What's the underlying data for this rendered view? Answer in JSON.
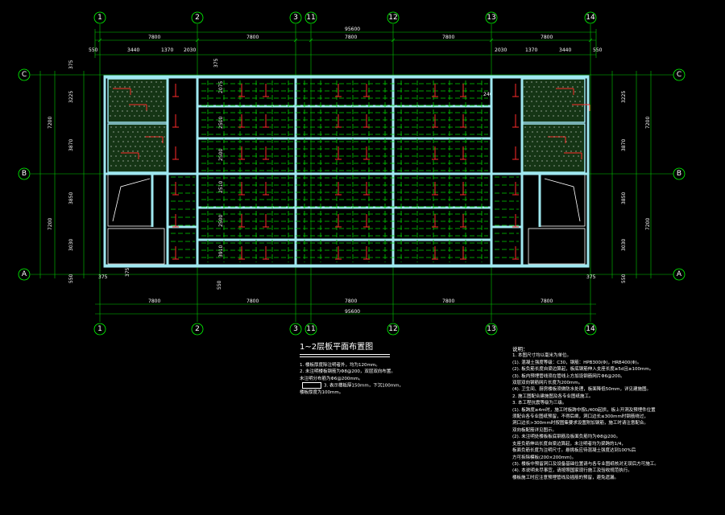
{
  "grid": {
    "columns": [
      "1",
      "2",
      "3",
      "11",
      "12",
      "13",
      "14"
    ],
    "rows": [
      "C",
      "B",
      "A"
    ]
  },
  "dims": {
    "top_total": "95600",
    "top_spans": [
      "7800",
      "7800",
      "7800",
      "7800",
      "7800",
      "7800"
    ],
    "top_left_parts": [
      "550",
      "3440",
      "1370",
      "2030"
    ],
    "top_right_parts": [
      "2030",
      "1370",
      "3440",
      "550"
    ],
    "top_mid_note": "375",
    "bottom_total": "95600",
    "bottom_spans": [
      "7800",
      "7800",
      "7800",
      "7800",
      "7800"
    ],
    "bottom_small": [
      "375",
      "375",
      "550",
      "550"
    ],
    "left_parts": [
      "375",
      "3225",
      "3870",
      "3850",
      "3030",
      "550"
    ],
    "left_totals": [
      "7200",
      "7200"
    ],
    "right_parts": [
      "3225",
      "3870",
      "3850",
      "3030",
      "550"
    ],
    "right_totals": [
      "7200",
      "7200"
    ],
    "interior_spans": [
      "2075",
      "2500",
      "2500",
      "2510",
      "2500",
      "3910"
    ],
    "small_dim": "240"
  },
  "title": {
    "heading": "1~2层板平面布置图",
    "notes": [
      "1. 楼板厚度除注明者外，均为120mm。",
      "2. 未注明楼板钢筋为Φ8@200，双层双向布置。",
      "   未注明分布筋为Φ6@200mm。",
      "3.           表示楼板厚150mm，下沉100mm，",
      "   楼板厚度为100mm。"
    ]
  },
  "notes_block": {
    "heading": "说明：",
    "lines": [
      "1. 本图尺寸均以毫米为单位。",
      "(1). 混凝土强度等级：C30，钢筋：HPB300(Φ)，HRB400(Φ)。",
      "(2). 板负筋长度自梁边算起，板底钢筋伸入支座长度≥5d且≥100mm。",
      "(3). 板内预埋管线须在管线上方加设钢筋网片Φ6@200。",
      "     双层双向钢筋网片长度为200mm。",
      "(4). 卫生间、厨房楼板须做防水处理，板面降低50mm，详见建施图。",
      "2. 施工图配合建施图及各专业图纸施工。",
      "3. 本工程抗震等级为三级。",
      "(1). 板跨度≥4m时，施工时板跨中按L/400起拱，板上开洞及预埋件位置",
      "     须配合各专业图纸预留，不得后凿，洞口边长≤300mm时钢筋绕过，",
      "     洞口边长>300mm时按图集要求设置附加钢筋，施工时请注意配合。",
      "     双向板配筋详见图示。",
      "(2). 未注明处楼板板底钢筋及板面负筋均为Φ8@200。",
      "     支座负筋伸出长度自梁边算起，未注明者均为梁跨的1/4，",
      "     板面负筋长度为注明尺寸。悬挑板应待混凝土强度达到100%后",
      "     方可拆除模板(200×200mm)。",
      "(3). 楼板中预留洞口及设备基础位置请与各专业图纸核对无误后方可施工。",
      "(4). 本说明未尽事宜，请按照国家现行施工及验收规范执行。",
      "     楼板施工时应注意预埋管线及插筋的预留，避免遗漏。"
    ]
  },
  "colors": {
    "background": "#000000",
    "grid_axis": "#00ff00",
    "beam": "#9fe8f0",
    "rebar": "#ff3333",
    "slab": "#00ff00",
    "hatch": "#ffffff",
    "text": "#ffffff"
  }
}
